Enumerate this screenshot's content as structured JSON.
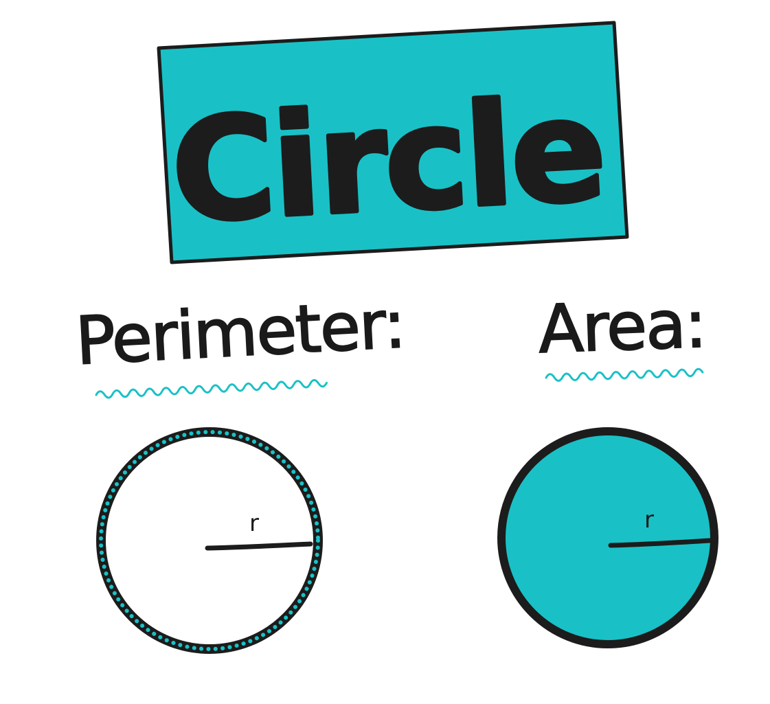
{
  "title": "Circle",
  "sections": {
    "perimeter": {
      "heading": "Perimeter:",
      "radius_label": "r"
    },
    "area": {
      "heading": "Area:",
      "radius_label": "r"
    }
  },
  "colors": {
    "accent": "#19c1c6",
    "ink": "#1c1c1c",
    "background": "#ffffff"
  }
}
